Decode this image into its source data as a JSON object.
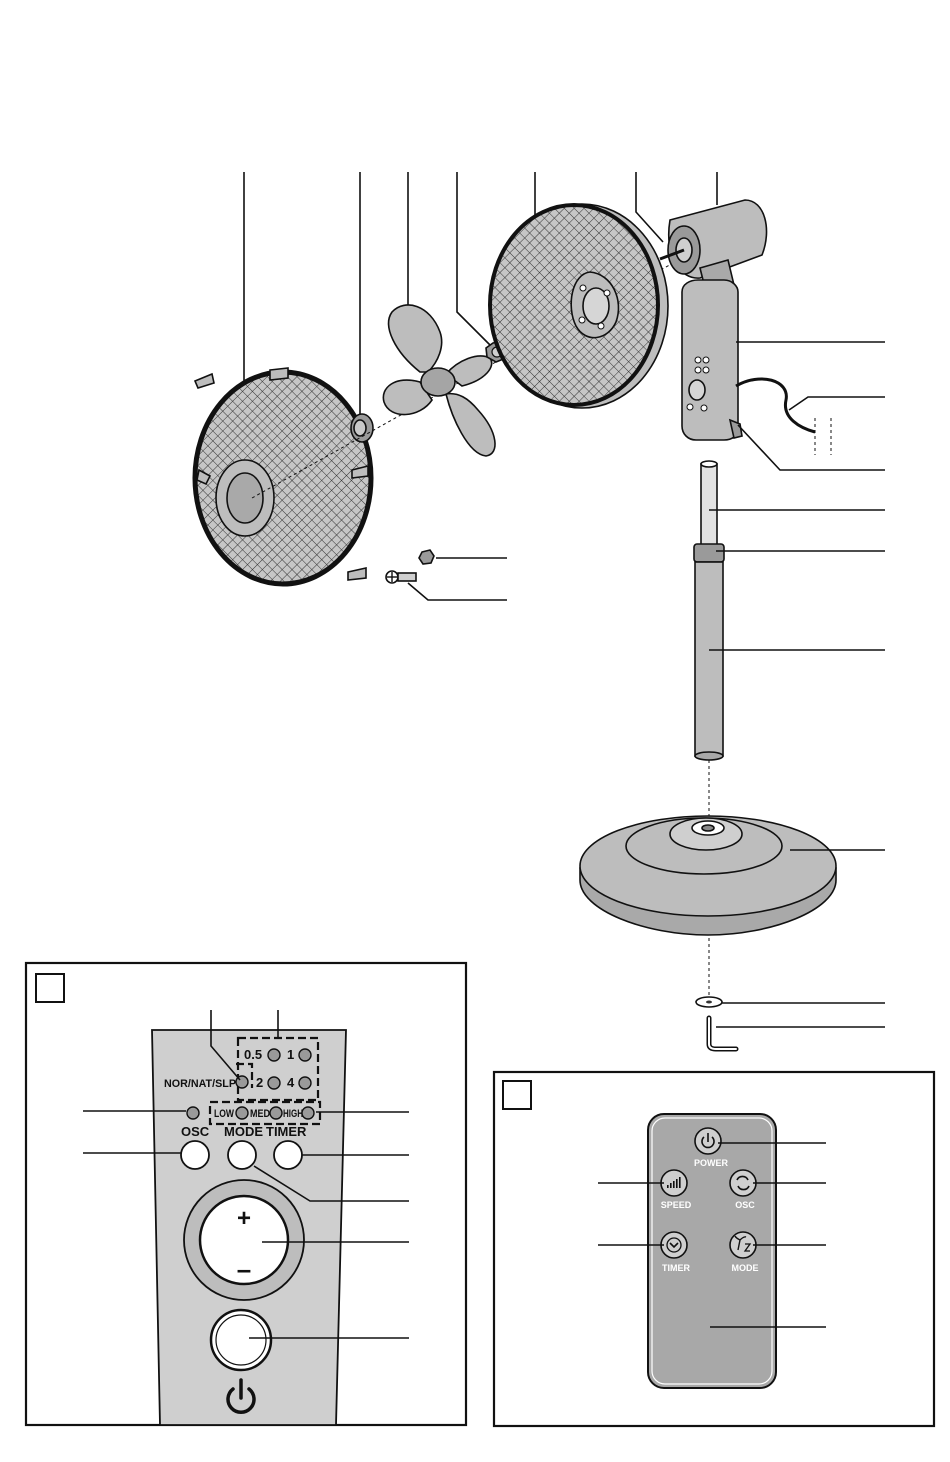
{
  "control_panel": {
    "labels": {
      "timer_half": "0.5",
      "timer_one": "1",
      "timer_two": "2",
      "timer_four": "4",
      "mode_group": "NOR/NAT/SLP",
      "speed_low": "LOW",
      "speed_med": "MED",
      "speed_high": "HIGH",
      "osc": "OSC",
      "mode": "MODE",
      "timer": "TIMER",
      "plus": "+",
      "minus": "–"
    },
    "icons": [
      "power-icon"
    ]
  },
  "remote_control": {
    "labels": {
      "power": "POWER",
      "speed": "SPEED",
      "osc": "OSC",
      "timer": "TIMER",
      "mode": "MODE"
    },
    "icons": [
      "power-icon",
      "speed-bars-icon",
      "oscillation-icon",
      "timer-chevron-icon",
      "palm-sleep-icon"
    ]
  },
  "colors": {
    "part_fill": "#bdbdbd",
    "panel_fill": "#cfcfcf",
    "remote_fill": "#a8a8a8",
    "stroke": "#111111"
  }
}
